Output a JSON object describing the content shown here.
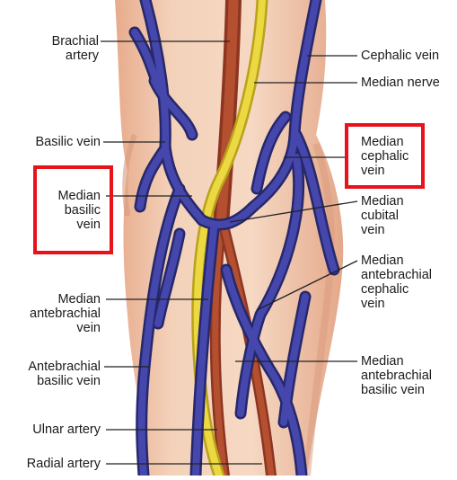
{
  "labels": {
    "brachial_artery": [
      "Brachial",
      "artery"
    ],
    "basilic_vein": [
      "Basilic vein"
    ],
    "median_basilic_vein": [
      "Median",
      "basilic",
      "vein"
    ],
    "median_antebrachial_vein": [
      "Median",
      "antebrachial",
      "vein"
    ],
    "antebrachial_basilic_vein": [
      "Antebrachial",
      "basilic vein"
    ],
    "ulnar_artery": [
      "Ulnar artery"
    ],
    "radial_artery": [
      "Radial artery"
    ],
    "cephalic_vein": [
      "Cephalic vein"
    ],
    "median_nerve": [
      "Median nerve"
    ],
    "median_cephalic_vein": [
      "Median",
      "cephalic",
      "vein"
    ],
    "median_cubital_vein": [
      "Median",
      "cubital",
      "vein"
    ],
    "median_antebrachial_cephalic_vein": [
      "Median",
      "antebrachial",
      "cephalic",
      "vein"
    ],
    "median_antebrachial_basilic_vein": [
      "Median",
      "antebrachial",
      "basilic vein"
    ]
  },
  "highlighted": [
    "median_basilic_vein",
    "median_cephalic_vein"
  ],
  "colors": {
    "skin": "#f2cdb3",
    "skin_shadow": "#e3a98a",
    "vein": "#3d3f9c",
    "vein_outline": "#26286b",
    "artery": "#a8442c",
    "nerve": "#e9d63a",
    "highlight_box": "#e8121b",
    "leader_line": "#222222"
  }
}
